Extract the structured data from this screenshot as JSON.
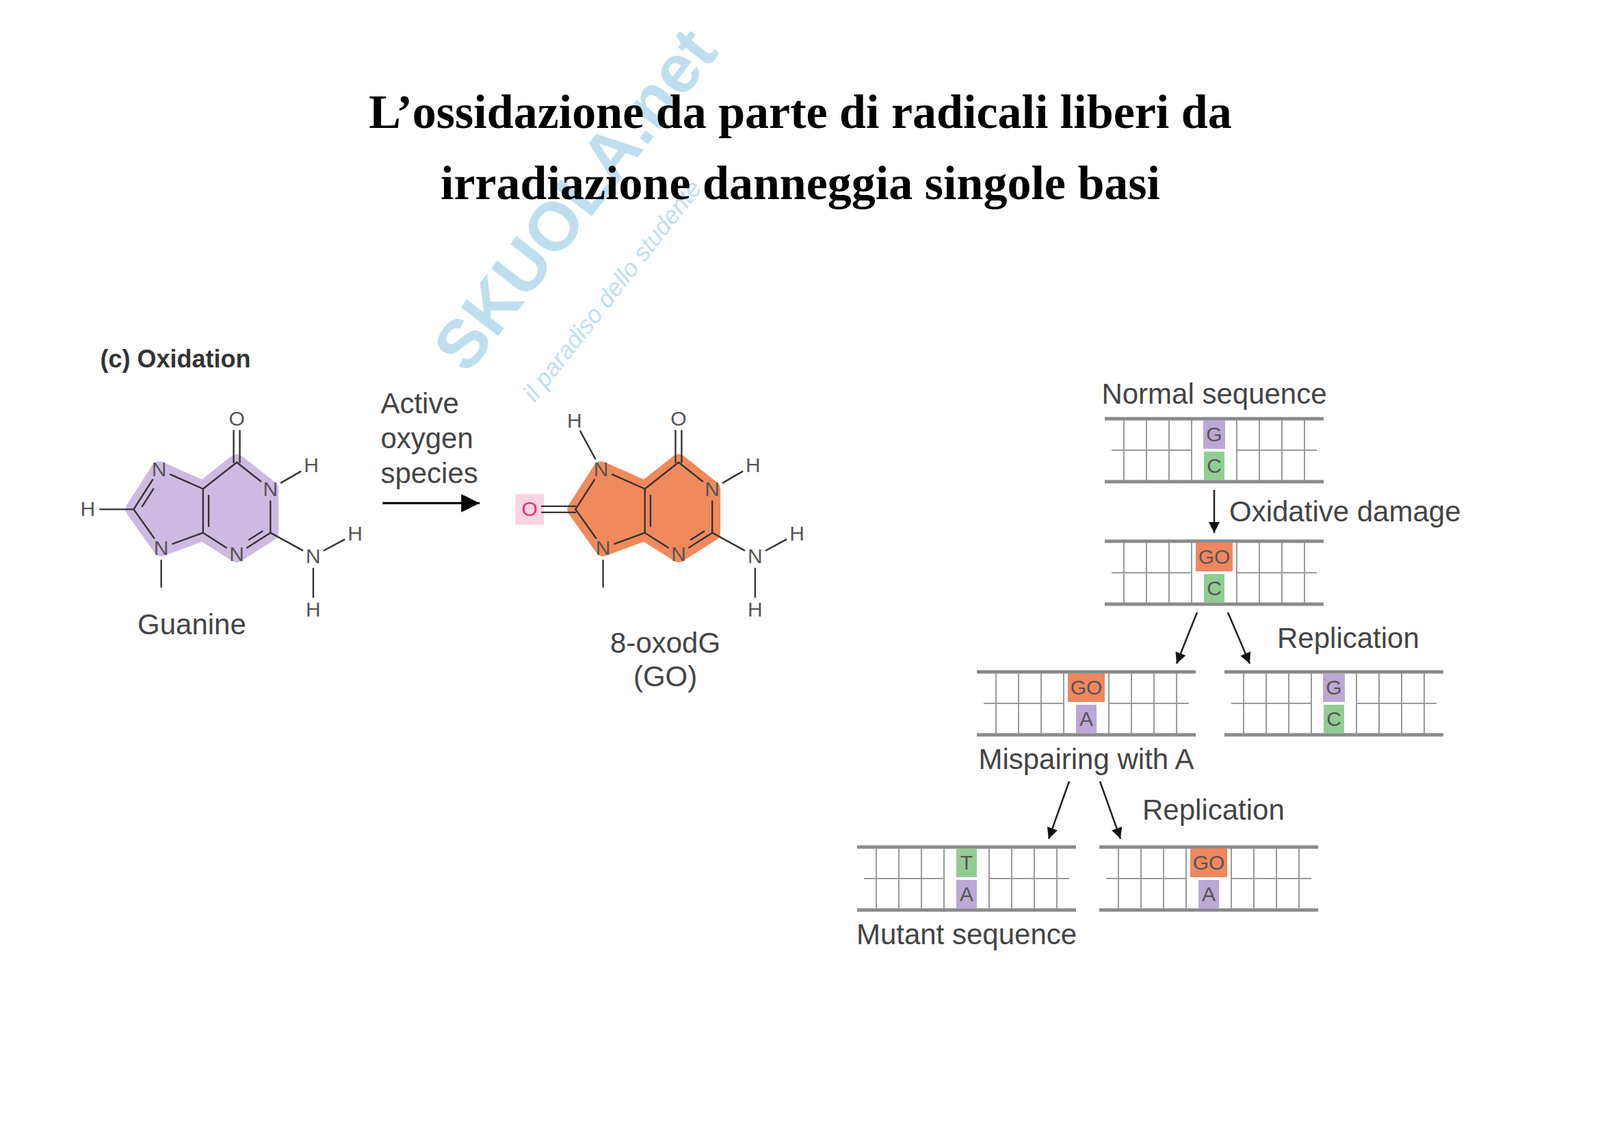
{
  "diagram": {
    "title": "L’ossidazione da parte di radicali liberi da irradiazione danneggia singole basi",
    "nodes": [
      {
        "text": [
          "Normal sequence",
          "G",
          "C"
        ]
      },
      {
        "text": [
          "GO",
          "C"
        ]
      },
      {
        "text": [
          "GO",
          "A",
          "Mispairing with A"
        ]
      },
      {
        "text": [
          "G",
          "C"
        ]
      },
      {
        "text": [
          "T",
          "A",
          "Mutant sequence"
        ]
      },
      {
        "text": [
          "GO",
          "A"
        ]
      }
    ],
    "edges": [
      {
        "from": 0,
        "to": 1,
        "arrow": "to",
        "label": "Oxidative damage"
      },
      {
        "from": 1,
        "to": 2,
        "arrow": "to"
      },
      {
        "from": 1,
        "to": 3,
        "arrow": "to",
        "label": "Replication"
      },
      {
        "from": 2,
        "to": 4,
        "arrow": "to"
      },
      {
        "from": 2,
        "to": 5,
        "arrow": "to",
        "label": "Replication"
      }
    ],
    "labels": [
      "(c) Oxidation",
      "SKUOLA.net",
      "il paradiso dello studente",
      "O",
      "N",
      "N",
      "H",
      "H",
      "N",
      "N",
      "N",
      "H",
      "H",
      "Guanine",
      "Active oxygen species",
      "H",
      "O",
      "N",
      "N",
      "H",
      "O",
      "N",
      "N",
      "N",
      "H",
      "H",
      "8-oxodG",
      "(GO)"
    ]
  }
}
